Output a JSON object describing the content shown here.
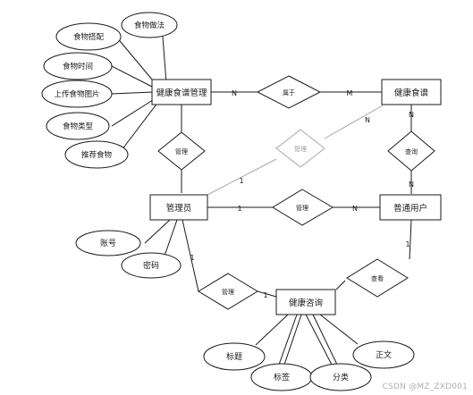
{
  "diagram": {
    "entities": {
      "recipe_mgmt": "健康食谱管理",
      "recipe": "健康食谱",
      "admin": "管理员",
      "user": "普通用户",
      "consult": "健康咨询"
    },
    "attributes": {
      "food_method": "食物做法",
      "food_match": "食物搭配",
      "food_time": "食物时间",
      "upload_img": "上传食物图片",
      "food_type": "食物类型",
      "recommend": "推荐食物",
      "account": "账号",
      "password": "密码",
      "title": "标题",
      "tag": "标签",
      "category": "分类",
      "body": "正文"
    },
    "relationships": {
      "belongs": "属于",
      "manage_recipe_mgmt": "管理",
      "manage_recipe": "管理",
      "manage_user": "管理",
      "query": "查询",
      "manage_consult": "管理",
      "view": "查看"
    },
    "cardinalities": {
      "belongs_left": "N",
      "belongs_right": "M",
      "recipe_query": "N",
      "user_query": "N",
      "admin_recipe": "1",
      "recipe_admin": "N",
      "admin_user": "1",
      "user_admin": "N",
      "admin_consult": "1",
      "consult_admin": "1",
      "user_consult": "1"
    },
    "colors": {
      "line": "#1a1a1a",
      "fill": "#ffffff",
      "faded": "#a8a8a8",
      "background": "#ffffff"
    }
  },
  "watermark": "CSDN @MZ_ZXD001"
}
